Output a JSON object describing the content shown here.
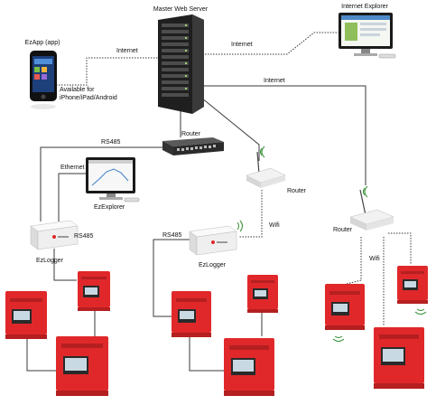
{
  "colors": {
    "inverter": "#e0282a",
    "inverter_dark": "#b51f20",
    "server": "#2b2b2b",
    "line_solid": "#3a3a3a",
    "line_dotted": "#444444",
    "wifi_wave": "#2e8b2e"
  },
  "labels": {
    "master_web_server": "Master Web Server",
    "internet_explorer": "Internet Explorer",
    "ezapp": "EzApp (app)",
    "available_for": "Available for",
    "platforms": "iPhone/iPad/Android",
    "internet_left": "Internet",
    "internet_right": "Internet",
    "internet_lower": "Internet",
    "router_center": "Router",
    "router_mid": "Router",
    "router_right": "Router",
    "rs485_top": "RS485",
    "ethernet": "Ethernet",
    "ezexplorer": "EzExplorer",
    "rs485_left": "RS485",
    "ezlogger_left": "EzLogger",
    "rs485_mid": "RS485",
    "ezlogger_mid": "EzLogger",
    "wifi_mid": "Wifi",
    "wifi_right": "Wifi"
  },
  "icons": [
    "smartphone-icon",
    "server-rack-icon",
    "desktop-monitor-icon",
    "network-switch-icon",
    "wireless-router-icon",
    "data-logger-icon",
    "inverter-icon",
    "wifi-signal-icon"
  ]
}
